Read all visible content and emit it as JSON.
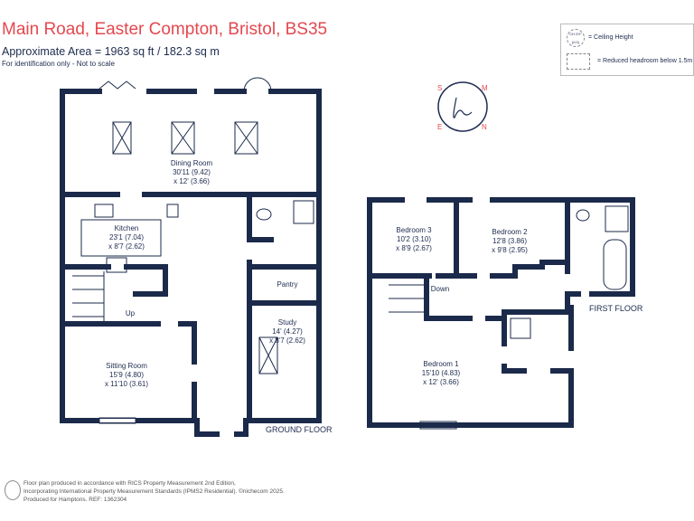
{
  "header": {
    "title": "Main Road, Easter Compton, Bristol, BS35",
    "area": "Approximate Area = 1963  sq ft / 182.3  sq m",
    "note": "For identification only - Not to scale"
  },
  "legend": {
    "ceiling_mark": "CH 0'0\"(0.0)",
    "ceiling_label": "= Ceiling Height",
    "headroom_label": "= Reduced headroom below 1.5m"
  },
  "compass": {
    "letters": [
      "S",
      "M",
      "N",
      "E"
    ]
  },
  "colors": {
    "walls": "#1b2a4a",
    "title": "#e4484f"
  },
  "ground_floor": {
    "label": "GROUND FLOOR",
    "rooms": [
      {
        "name": "Dining Room",
        "dim1": "30'11 (9.42)",
        "dim2": "x 12' (3.66)"
      },
      {
        "name": "Kitchen",
        "dim1": "23'1 (7.04)",
        "dim2": "x 8'7 (2.62)"
      },
      {
        "name": "Sitting Room",
        "dim1": "15'9 (4.80)",
        "dim2": "x 11'10 (3.61)"
      },
      {
        "name": "Study",
        "dim1": "14' (4.27)",
        "dim2": "x 8'7 (2.62)"
      },
      {
        "name": "Pantry"
      }
    ],
    "stairs": "Up"
  },
  "first_floor": {
    "label": "FIRST FLOOR",
    "rooms": [
      {
        "name": "Bedroom 3",
        "dim1": "10'2 (3.10)",
        "dim2": "x 8'9 (2.67)"
      },
      {
        "name": "Bedroom 2",
        "dim1": "12'8 (3.86)",
        "dim2": "x 9'8 (2.95)"
      },
      {
        "name": "Bedroom 1",
        "dim1": "15'10 (4.83)",
        "dim2": "x 12' (3.66)"
      }
    ],
    "stairs": "Down"
  },
  "footer": {
    "line1": "Floor plan produced in accordance with RICS Property Measurement 2nd Edition,",
    "line2": "Incorporating International Property Measurement Standards (IPMS2 Residential).   ©nichecom 2025.",
    "line3": "Produced for Hamptons.   REF:  1362304"
  }
}
